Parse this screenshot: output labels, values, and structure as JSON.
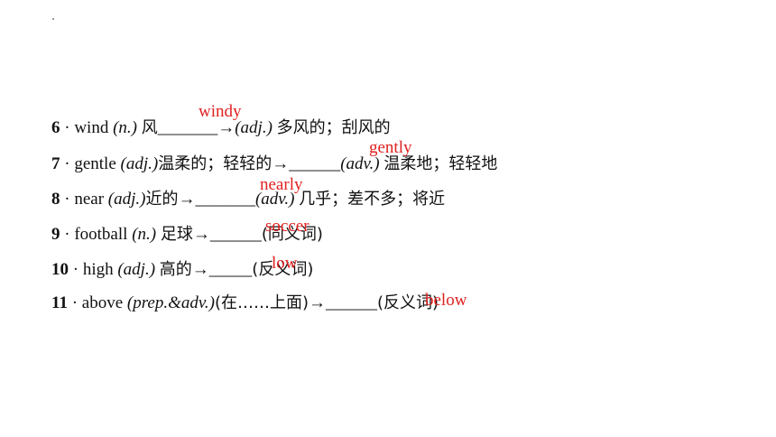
{
  "items": [
    {
      "num": "6",
      "sep": "·",
      "word": "wind",
      "pos": "(n.)",
      "meaning": "风",
      "blank": "_______",
      "arrow": "→",
      "target_pos": "(adj.)",
      "target_meaning": "多风的；刮风的",
      "answer": "windy"
    },
    {
      "num": "7",
      "sep": "·",
      "word": "gentle",
      "pos": "(adj.)",
      "meaning": "温柔的；轻轻的",
      "arrow": "→",
      "blank": "______",
      "target_pos": "(adv.)",
      "target_meaning": "温柔地；轻轻地",
      "answer": "gently"
    },
    {
      "num": "8",
      "sep": "·",
      "word": "near",
      "pos": "(adj.)",
      "meaning": "近的",
      "arrow": "→",
      "blank": "_______",
      "target_pos": "(adv.)",
      "target_meaning": "几乎；差不多；将近",
      "answer": "nearly"
    },
    {
      "num": "9",
      "sep": "·",
      "word": "football",
      "pos": "(n.)",
      "meaning": "足球",
      "arrow": "→",
      "blank": "______",
      "relation": "(同义词)",
      "answer": "soccer"
    },
    {
      "num": "10",
      "sep": "·",
      "word": "high",
      "pos": "(adj.)",
      "meaning": "高的",
      "arrow": "→",
      "blank": "_____",
      "relation": "(反义词)",
      "answer": "low"
    },
    {
      "num": "11",
      "sep": "·",
      "word": "above",
      "pos": "(prep.&adv.)",
      "meaning": "(在……上面)",
      "arrow": "→",
      "blank": "______",
      "relation": "(反义词)",
      "answer": "below"
    }
  ]
}
